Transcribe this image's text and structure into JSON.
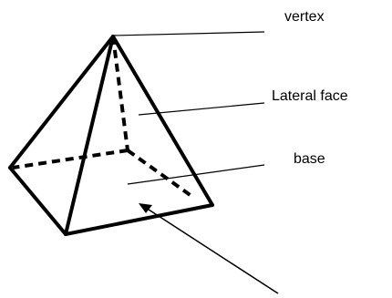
{
  "labels": {
    "vertex": "vertex",
    "lateral_face": "Lateral face",
    "base": "base"
  }
}
